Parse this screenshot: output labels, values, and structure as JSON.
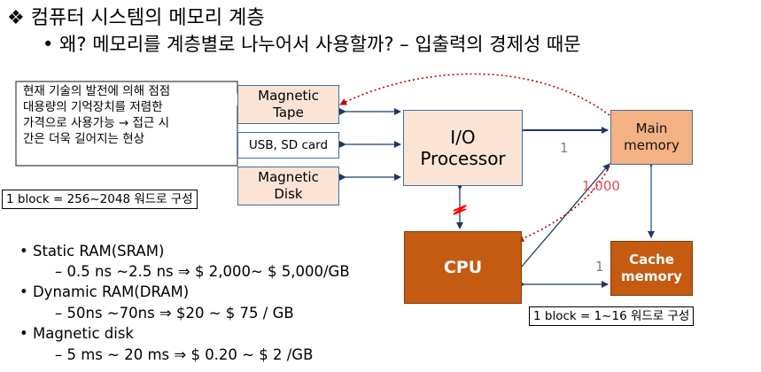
{
  "heading": {
    "title": "❖ 컴퓨터 시스템의 메모리 계층",
    "subtitle": "•  왜? 메모리를 계층별로 나누어서 사용할까? –  입출력의 경제성 때문"
  },
  "callout": {
    "lines": [
      "현재 기술의 발전에 의해 점점",
      "대용량의 기억장치를 저렴한",
      "가격으로 사용가능 → 접근 시",
      "간은 더욱 길어지는 현상"
    ]
  },
  "boxes": {
    "magnetic_tape": [
      "Magnetic",
      "Tape"
    ],
    "usb_sd": "USB, SD card",
    "magnetic_disk": [
      "Magnetic",
      "Disk"
    ],
    "io_processor": [
      "I/O",
      "Processor"
    ],
    "cpu": "CPU",
    "main_memory": [
      "Main",
      "memory"
    ],
    "cache_memory": [
      "Cache",
      "memory"
    ]
  },
  "notes": {
    "disk_block": "1 block = 256~2048 워드로 구성",
    "cache_block": "1 block = 1~16 워드로 구성"
  },
  "ratios": {
    "main_one": "1",
    "main_thousand": "1,000",
    "cache_one": "1"
  },
  "memory_list": [
    {
      "name": "•  Static RAM(SRAM)",
      "detail": "–  0.5 ns ~2.5 ns ⇒ $ 2,000~ $ 5,000/GB"
    },
    {
      "name": "•  Dynamic RAM(DRAM)",
      "detail": "–  50ns ~70ns ⇒ $20 ~ $ 75 / GB"
    },
    {
      "name": "•  Magnetic disk",
      "detail": "–  5 ms ~ 20 ms ⇒ $ 0.20 ~ $ 2 /GB"
    }
  ],
  "colors": {
    "box_border": "#41719c",
    "light_fill": "#fbe3d6",
    "main_fill": "#f4b183",
    "dark_fill": "#c55a11",
    "arrow": "#1f3864",
    "red_dotted": "#c00000"
  }
}
